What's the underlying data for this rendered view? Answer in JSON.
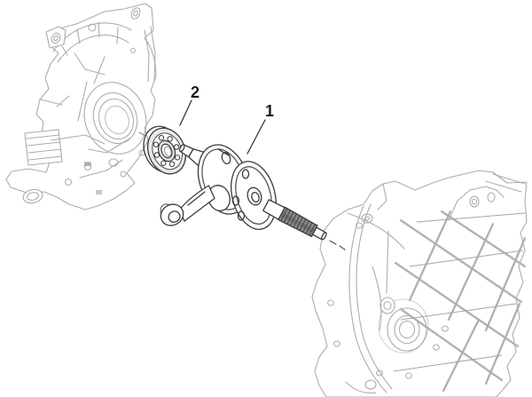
{
  "figure": {
    "kind": "exploded-parts-line-drawing",
    "subject": "engine-crankcase-with-crankshaft-and-bearing",
    "background": "#ffffff",
    "colors": {
      "highlighted_part_stroke": "#3a3a3a",
      "context_part_stroke": "#acacac",
      "callout_text": "#1c1c1c",
      "bearing_ring_fill": "#e8e8e8",
      "spline_fill": "#8b8b8b"
    },
    "callouts": [
      {
        "number": "1",
        "part": "crankshaft-assembly"
      },
      {
        "number": "2",
        "part": "crankshaft-main-bearing"
      }
    ],
    "context_parts": [
      {
        "name": "left-crankcase-half"
      },
      {
        "name": "right-crankcase-half"
      }
    ]
  }
}
